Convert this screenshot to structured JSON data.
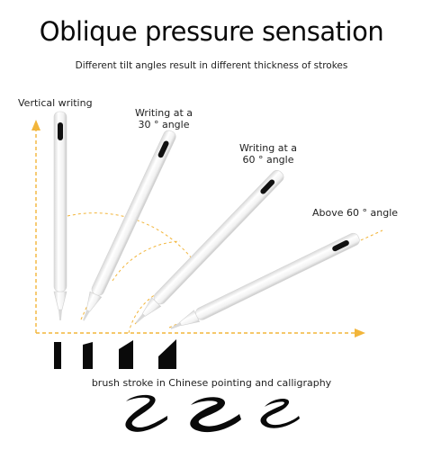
{
  "title": "Oblique pressure sensation",
  "subtitle": "Different tilt angles result in different thickness of strokes",
  "labels": {
    "vertical": "Vertical writing",
    "angle30": "Writing at a\n30 ° angle",
    "angle60": "Writing at a\n60 ° angle",
    "above60": "Above 60 ° angle"
  },
  "caption": "brush stroke in Chinese pointing and calligraphy",
  "colors": {
    "axis": "#f2b53a",
    "pen_body": "#f4f4f4",
    "pen_shadow": "#cfcfcf",
    "stroke_ink": "#0a0a0a"
  },
  "icons": [
    "stylus-pen-icon",
    "stroke-thickness-icon",
    "brush-stroke-icon",
    "arrow-icon"
  ]
}
